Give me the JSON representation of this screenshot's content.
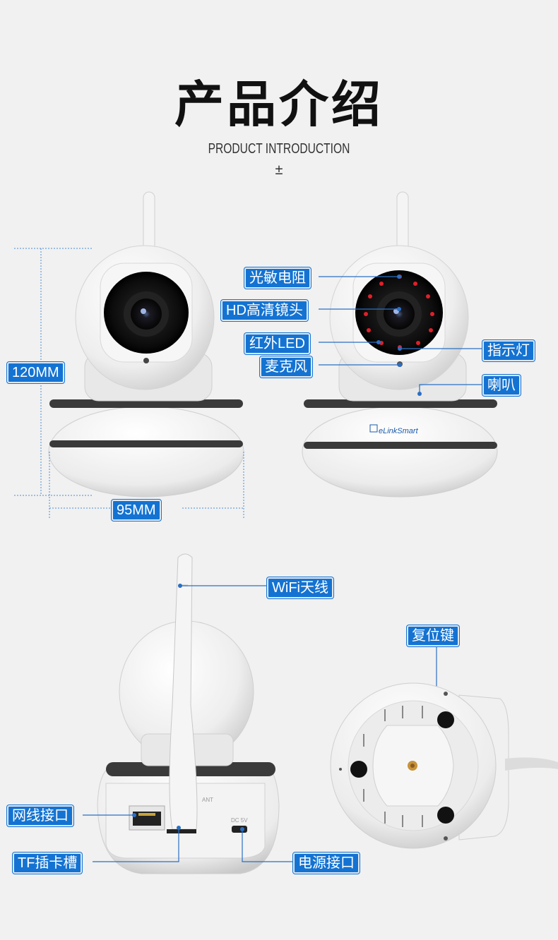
{
  "heading": {
    "title": "产品介绍",
    "subtitle": "PRODUCT INTRODUCTION",
    "mark": "±"
  },
  "dimensions": {
    "height": "120MM",
    "width": "95MM"
  },
  "front_labels": {
    "photoresistor": "光敏电阻",
    "hd_lens": "HD高清镜头",
    "ir_led": "红外LED",
    "microphone": "麦克风",
    "indicator": "指示灯",
    "speaker": "喇叭"
  },
  "brand": "eLinkSmart",
  "back_labels": {
    "wifi_antenna": "WiFi天线",
    "network_port": "网线接口",
    "tf_slot": "TF插卡槽",
    "power_port": "电源接口",
    "reset_key": "复位键"
  },
  "port_prints": {
    "ant": "ANT",
    "dc": "DC 5V"
  },
  "colors": {
    "label_bg": "#1473d2",
    "background": "#f1f1f1",
    "ir_red": "#e0202a"
  }
}
